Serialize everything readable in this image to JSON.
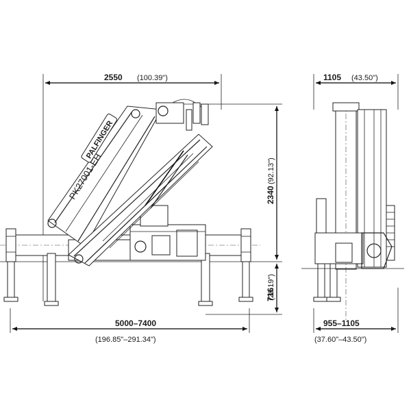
{
  "dimensions": {
    "width_mm": "2550",
    "width_in": "(100.39\")",
    "side_width_mm": "1105",
    "side_width_in": "(43.50\")",
    "height_mm": "2340",
    "height_in": "(92.13\")",
    "base_height_mm": "716",
    "base_height_in": "(28.19\")",
    "outrigger_span_mm": "5000–7400",
    "outrigger_span_in": "(196.85\"–291.34\")",
    "side_base_mm": "955–1105",
    "side_base_in": "(37.60\"–43.50\")"
  },
  "boom_labels": {
    "model": "PK27001-EH",
    "brand": "PALFINGER"
  }
}
